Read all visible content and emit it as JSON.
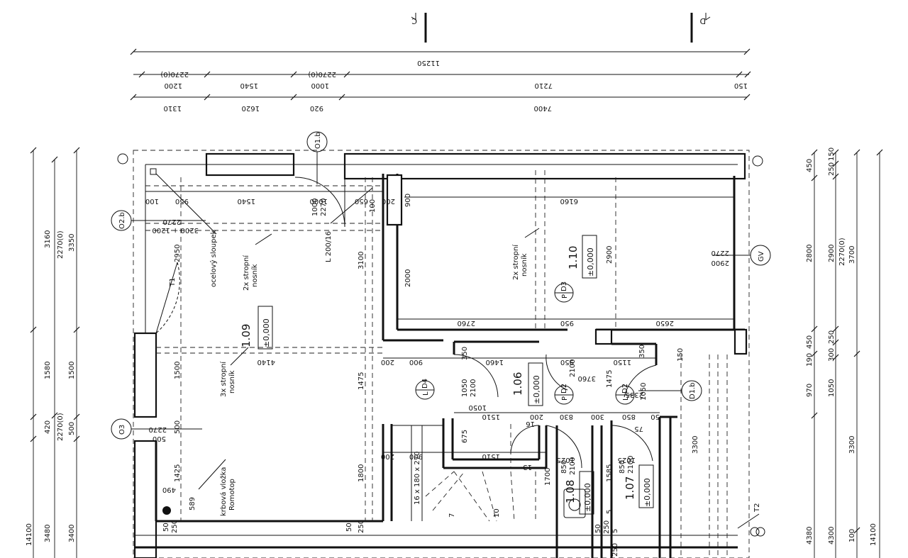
{
  "sections": {
    "c": "C",
    "d": "D"
  },
  "dims": {
    "top1": "11250",
    "top2": [
      "1200",
      "1540",
      "1000",
      "7210",
      "150"
    ],
    "top2_sub": [
      "2270(0)",
      "2270(0)"
    ],
    "top3": [
      "1310",
      "1620",
      "920",
      "7400"
    ],
    "left1": [
      "3160",
      "1580",
      "420",
      "3480",
      "14100"
    ],
    "left2": [
      "2270(0)",
      "2270(0)"
    ],
    "left3": [
      "3350",
      "1500",
      "500",
      "3400"
    ],
    "right1": [
      "450",
      "2800",
      "190",
      "450",
      "970",
      "4380",
      "14100"
    ],
    "right2": [
      "250",
      "150",
      "2900",
      "2270(0)",
      "300",
      "250",
      "1050",
      "4300"
    ],
    "right3": [
      "3700",
      "3300",
      "100"
    ]
  },
  "tags": {
    "o1b": "O1.b",
    "o2b": "O2.b",
    "o3": "O3",
    "gv": "GV",
    "d1b": "D1.b"
  },
  "rooms": [
    {
      "id": "1.09",
      "level": "±0,000"
    },
    {
      "id": "1.10",
      "level": "±0,000"
    },
    {
      "id": "1.06",
      "level": "±0,000"
    },
    {
      "id": "1.08",
      "level": "±0,000"
    },
    {
      "id": "1.07",
      "level": "±0,000"
    }
  ],
  "doors": {
    "d3": "D3",
    "d4": "D4",
    "d2a": "D2",
    "d2b": "D2",
    "p": "P",
    "l": "L"
  },
  "notes": {
    "sloupek": "ocelový sloupek",
    "nosnik2": [
      "2x stropní",
      "nosník"
    ],
    "nosnik3": [
      "3x stropní",
      "nosník"
    ],
    "profile": "L 200/16",
    "krb": [
      "krbová vložka",
      "Romotop"
    ],
    "stairs": "16 x 180 x 270",
    "t1": "T1",
    "t2": "T2"
  },
  "inner": {
    "a": [
      "100",
      "950",
      "1540",
      "1000",
      "650",
      "200",
      "900",
      "6160"
    ],
    "b": [
      "3200 + 1200",
      "2270",
      "1000",
      "2270",
      "100",
      "2950",
      "3100",
      "2000",
      "2900",
      "2760",
      "950",
      "2650",
      "2270",
      "2900"
    ],
    "c": [
      "4140",
      "1500",
      "1475",
      "200",
      "900",
      "350",
      "1460",
      "950",
      "2100",
      "1150",
      "350",
      "150",
      "3760",
      "1475",
      "1050",
      "2100",
      "1050",
      "2335",
      "1050",
      "1510",
      "200",
      "830",
      "300",
      "850",
      "50",
      "16",
      "75"
    ],
    "d": [
      "2270",
      "500",
      "500",
      "675",
      "200",
      "900",
      "1510",
      "1025",
      "2100",
      "850",
      "1025",
      "2100",
      "850",
      "13",
      "1700",
      "1585",
      "1425",
      "490",
      "589",
      "1800",
      "7",
      "10",
      "5",
      "50",
      "250",
      "50",
      "250",
      "3300",
      "50",
      "250",
      "5",
      "250"
    ]
  }
}
